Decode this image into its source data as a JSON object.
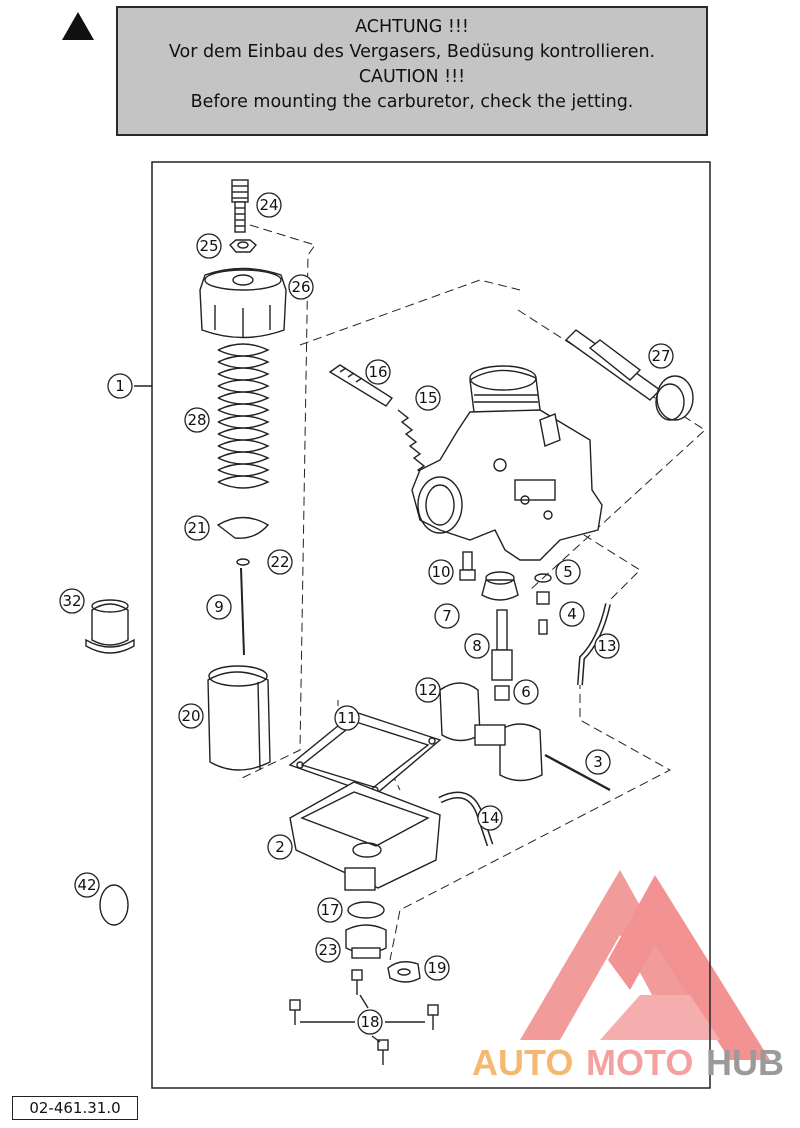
{
  "caution": {
    "line1": "ACHTUNG !!!",
    "line2": "Vor dem Einbau des Vergasers, Bedüsung kontrollieren.",
    "line3": "CAUTION !!!",
    "line4": "Before mounting the carburetor, check the jetting."
  },
  "callouts": [
    "1",
    "2",
    "3",
    "4",
    "5",
    "6",
    "7",
    "8",
    "9",
    "10",
    "11",
    "12",
    "13",
    "14",
    "15",
    "16",
    "17",
    "18",
    "19",
    "20",
    "21",
    "22",
    "23",
    "24",
    "25",
    "26",
    "27",
    "28",
    "32",
    "42"
  ],
  "part_number": "02-461.31.0",
  "watermark": {
    "text_a": "AUTO",
    "text_b": "MOTO",
    "text_c": "HUB",
    "color_a": "#f5b870",
    "color_b": "#f4a0a0",
    "color_c": "#9a9a9a",
    "logo_color": "#f08080"
  }
}
